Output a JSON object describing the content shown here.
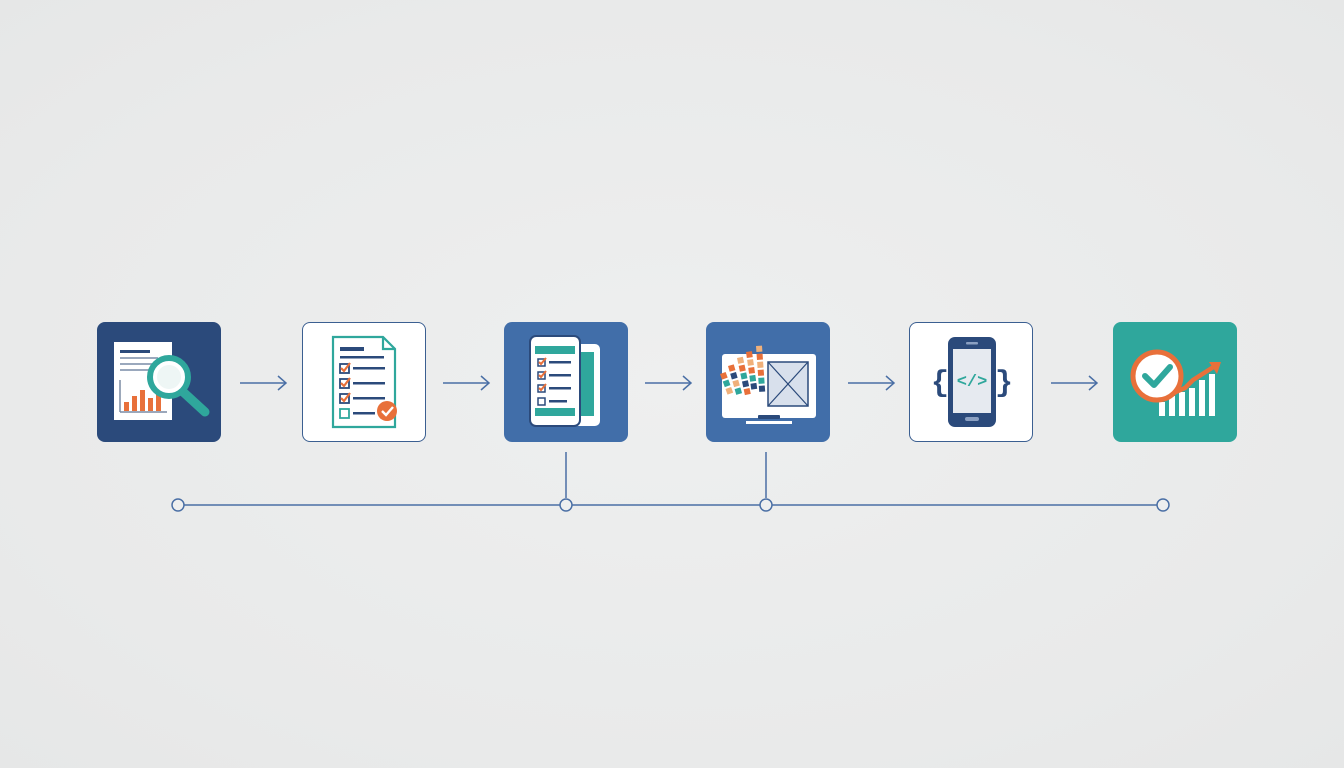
{
  "colors": {
    "background": "#ebecec",
    "navy": "#2b4a7b",
    "blue": "#416ea9",
    "teal": "#2fa79c",
    "orange": "#e8703a",
    "line": "#4a6fa5"
  },
  "steps": [
    {
      "icon": "report-search-icon",
      "style": "dark"
    },
    {
      "icon": "checklist-document-icon",
      "style": "light"
    },
    {
      "icon": "mobile-checklist-icon",
      "style": "blue"
    },
    {
      "icon": "color-palette-screen-icon",
      "style": "blue"
    },
    {
      "icon": "mobile-code-icon",
      "style": "light"
    },
    {
      "icon": "growth-check-icon",
      "style": "teal"
    }
  ],
  "connectors": {
    "arrows": 5,
    "timeline_nodes": 4
  }
}
